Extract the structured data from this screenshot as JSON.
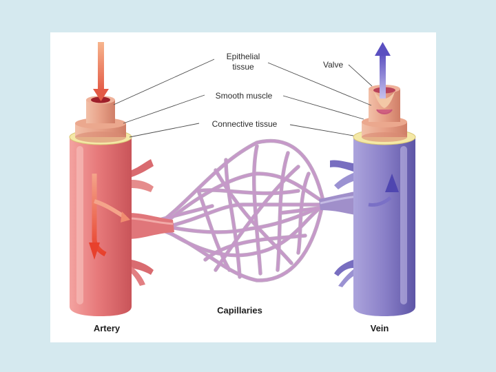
{
  "labels": {
    "epithelial_line1": "Epithelial",
    "epithelial_line2": "tissue",
    "smooth_muscle": "Smooth muscle",
    "connective_tissue": "Connective tissue",
    "valve": "Valve",
    "capillaries": "Capillaries",
    "artery": "Artery",
    "vein": "Vein"
  },
  "colors": {
    "background": "#d5e9ef",
    "artery": "#e4787a",
    "artery_dark": "#c84f55",
    "vein": "#8a80c8",
    "vein_dark": "#5c53a6",
    "capillary": "#b583b8",
    "connective": "#f4e8a6",
    "muscle": "#e9a28a",
    "lumen": "#9e1f2a",
    "arrow_in": "#ef7a5c",
    "arrow_out": "#6a5fc4"
  }
}
